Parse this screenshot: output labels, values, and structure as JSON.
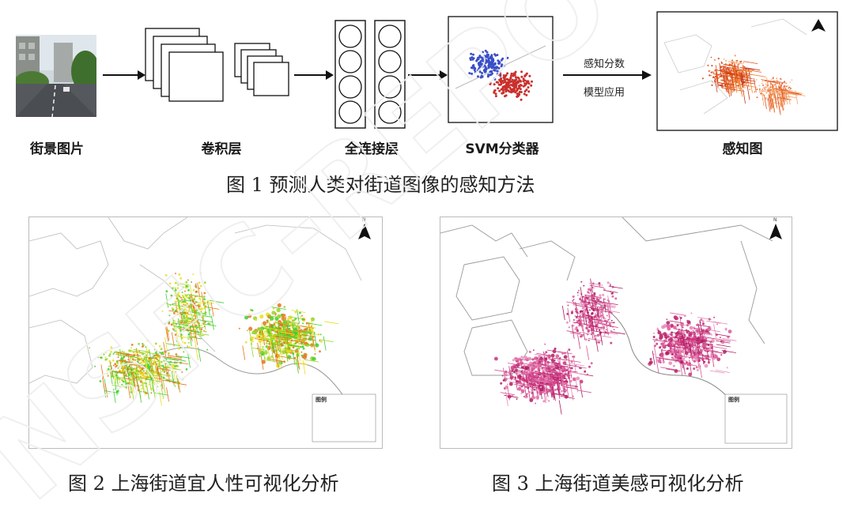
{
  "figure1": {
    "stages": {
      "street_image": "街景图片",
      "conv_layers": "卷积层",
      "fc_layers": "全连接层",
      "svm": "SVM分类器",
      "perception_map": "感知图"
    },
    "arrow_labels": {
      "top": "感知分数",
      "bottom": "模型应用"
    },
    "caption": "图 1 预测人类对街道图像的感知方法"
  },
  "figure2": {
    "caption": "图 2 上海街道宜人性可视化分析",
    "legend_title": "图例",
    "north_label": "N"
  },
  "figure3": {
    "caption": "图 3 上海街道美感可视化分析",
    "legend_title": "图例",
    "north_label": "N"
  },
  "watermark": "NSFC-REPO",
  "colors": {
    "svm_blue": "#3a4fc9",
    "svm_red": "#c9302c",
    "amenity_green": "#3fcf2e",
    "amenity_yellow": "#e6e01f",
    "amenity_orange": "#e8731a",
    "beauty_magenta": "#c8327a",
    "perception_orange": "#e2521c"
  }
}
